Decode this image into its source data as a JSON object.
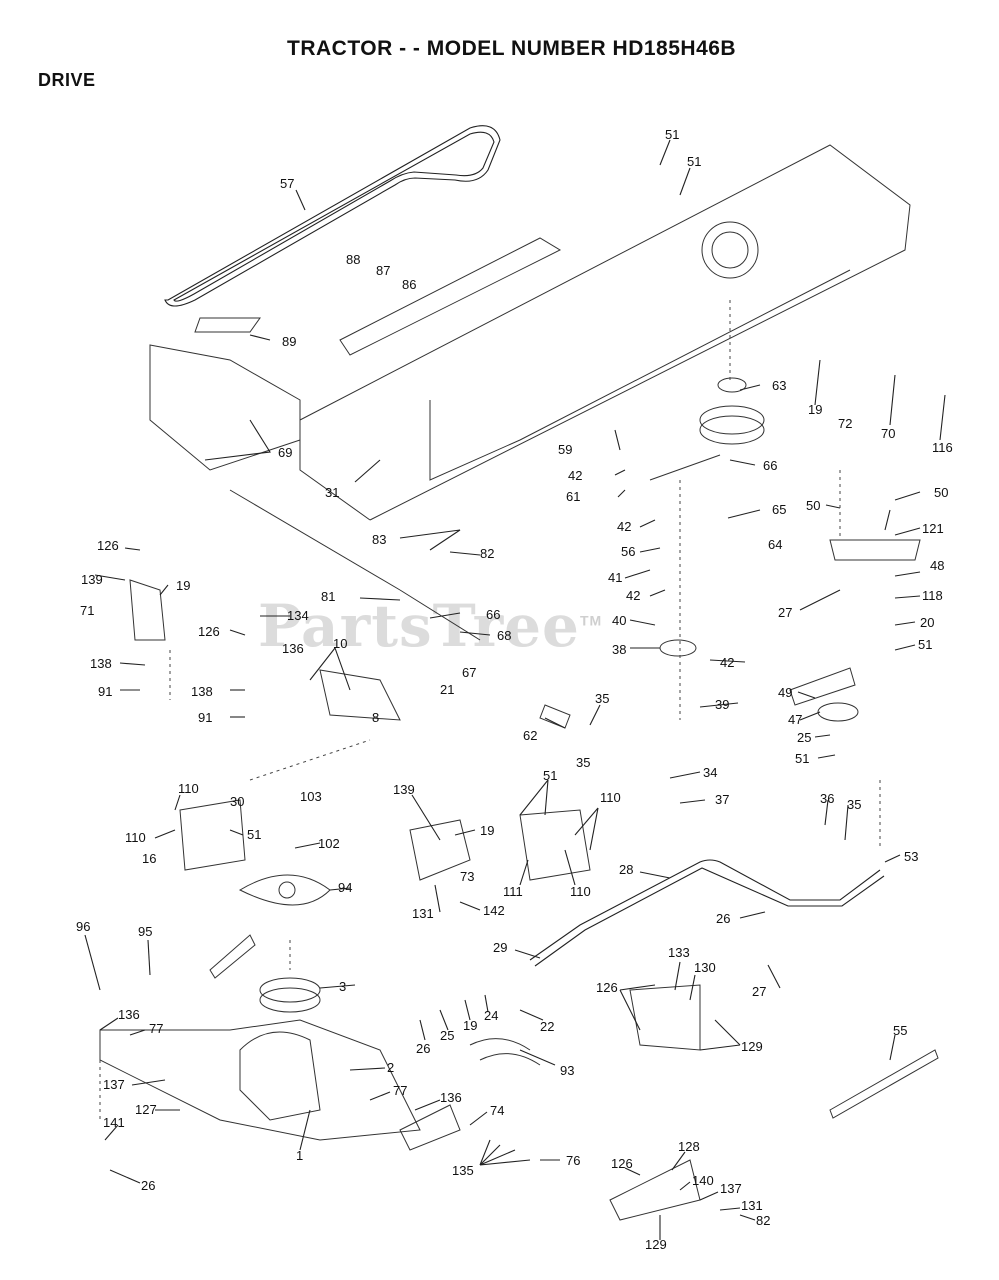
{
  "title": "TRACTOR - - MODEL NUMBER HD185H46B",
  "section": "DRIVE",
  "watermark": {
    "text": "PartsTree",
    "mark": "TM"
  },
  "callouts": [
    "57",
    "51",
    "51",
    "88",
    "87",
    "86",
    "89",
    "69",
    "31",
    "63",
    "19",
    "72",
    "70",
    "116",
    "59",
    "42",
    "61",
    "66",
    "65",
    "50",
    "50",
    "121",
    "48",
    "118",
    "20",
    "51",
    "64",
    "42",
    "56",
    "41",
    "42",
    "40",
    "38",
    "42",
    "39",
    "49",
    "47",
    "25",
    "51",
    "27",
    "83",
    "82",
    "81",
    "66",
    "68",
    "67",
    "21",
    "10",
    "8",
    "134",
    "126",
    "139",
    "19",
    "71",
    "126",
    "136",
    "138",
    "91",
    "138",
    "91",
    "62",
    "35",
    "35",
    "34",
    "37",
    "36",
    "35",
    "53",
    "110",
    "30",
    "110",
    "51",
    "16",
    "103",
    "102",
    "94",
    "139",
    "19",
    "73",
    "131",
    "142",
    "51",
    "110",
    "111",
    "110",
    "28",
    "26",
    "29",
    "133",
    "130",
    "126",
    "27",
    "96",
    "95",
    "3",
    "136",
    "77",
    "137",
    "127",
    "141",
    "26",
    "1",
    "2",
    "77",
    "136",
    "74",
    "135",
    "76",
    "26",
    "25",
    "19",
    "24",
    "22",
    "93",
    "129",
    "55",
    "128",
    "126",
    "140",
    "137",
    "131",
    "82",
    "129"
  ]
}
